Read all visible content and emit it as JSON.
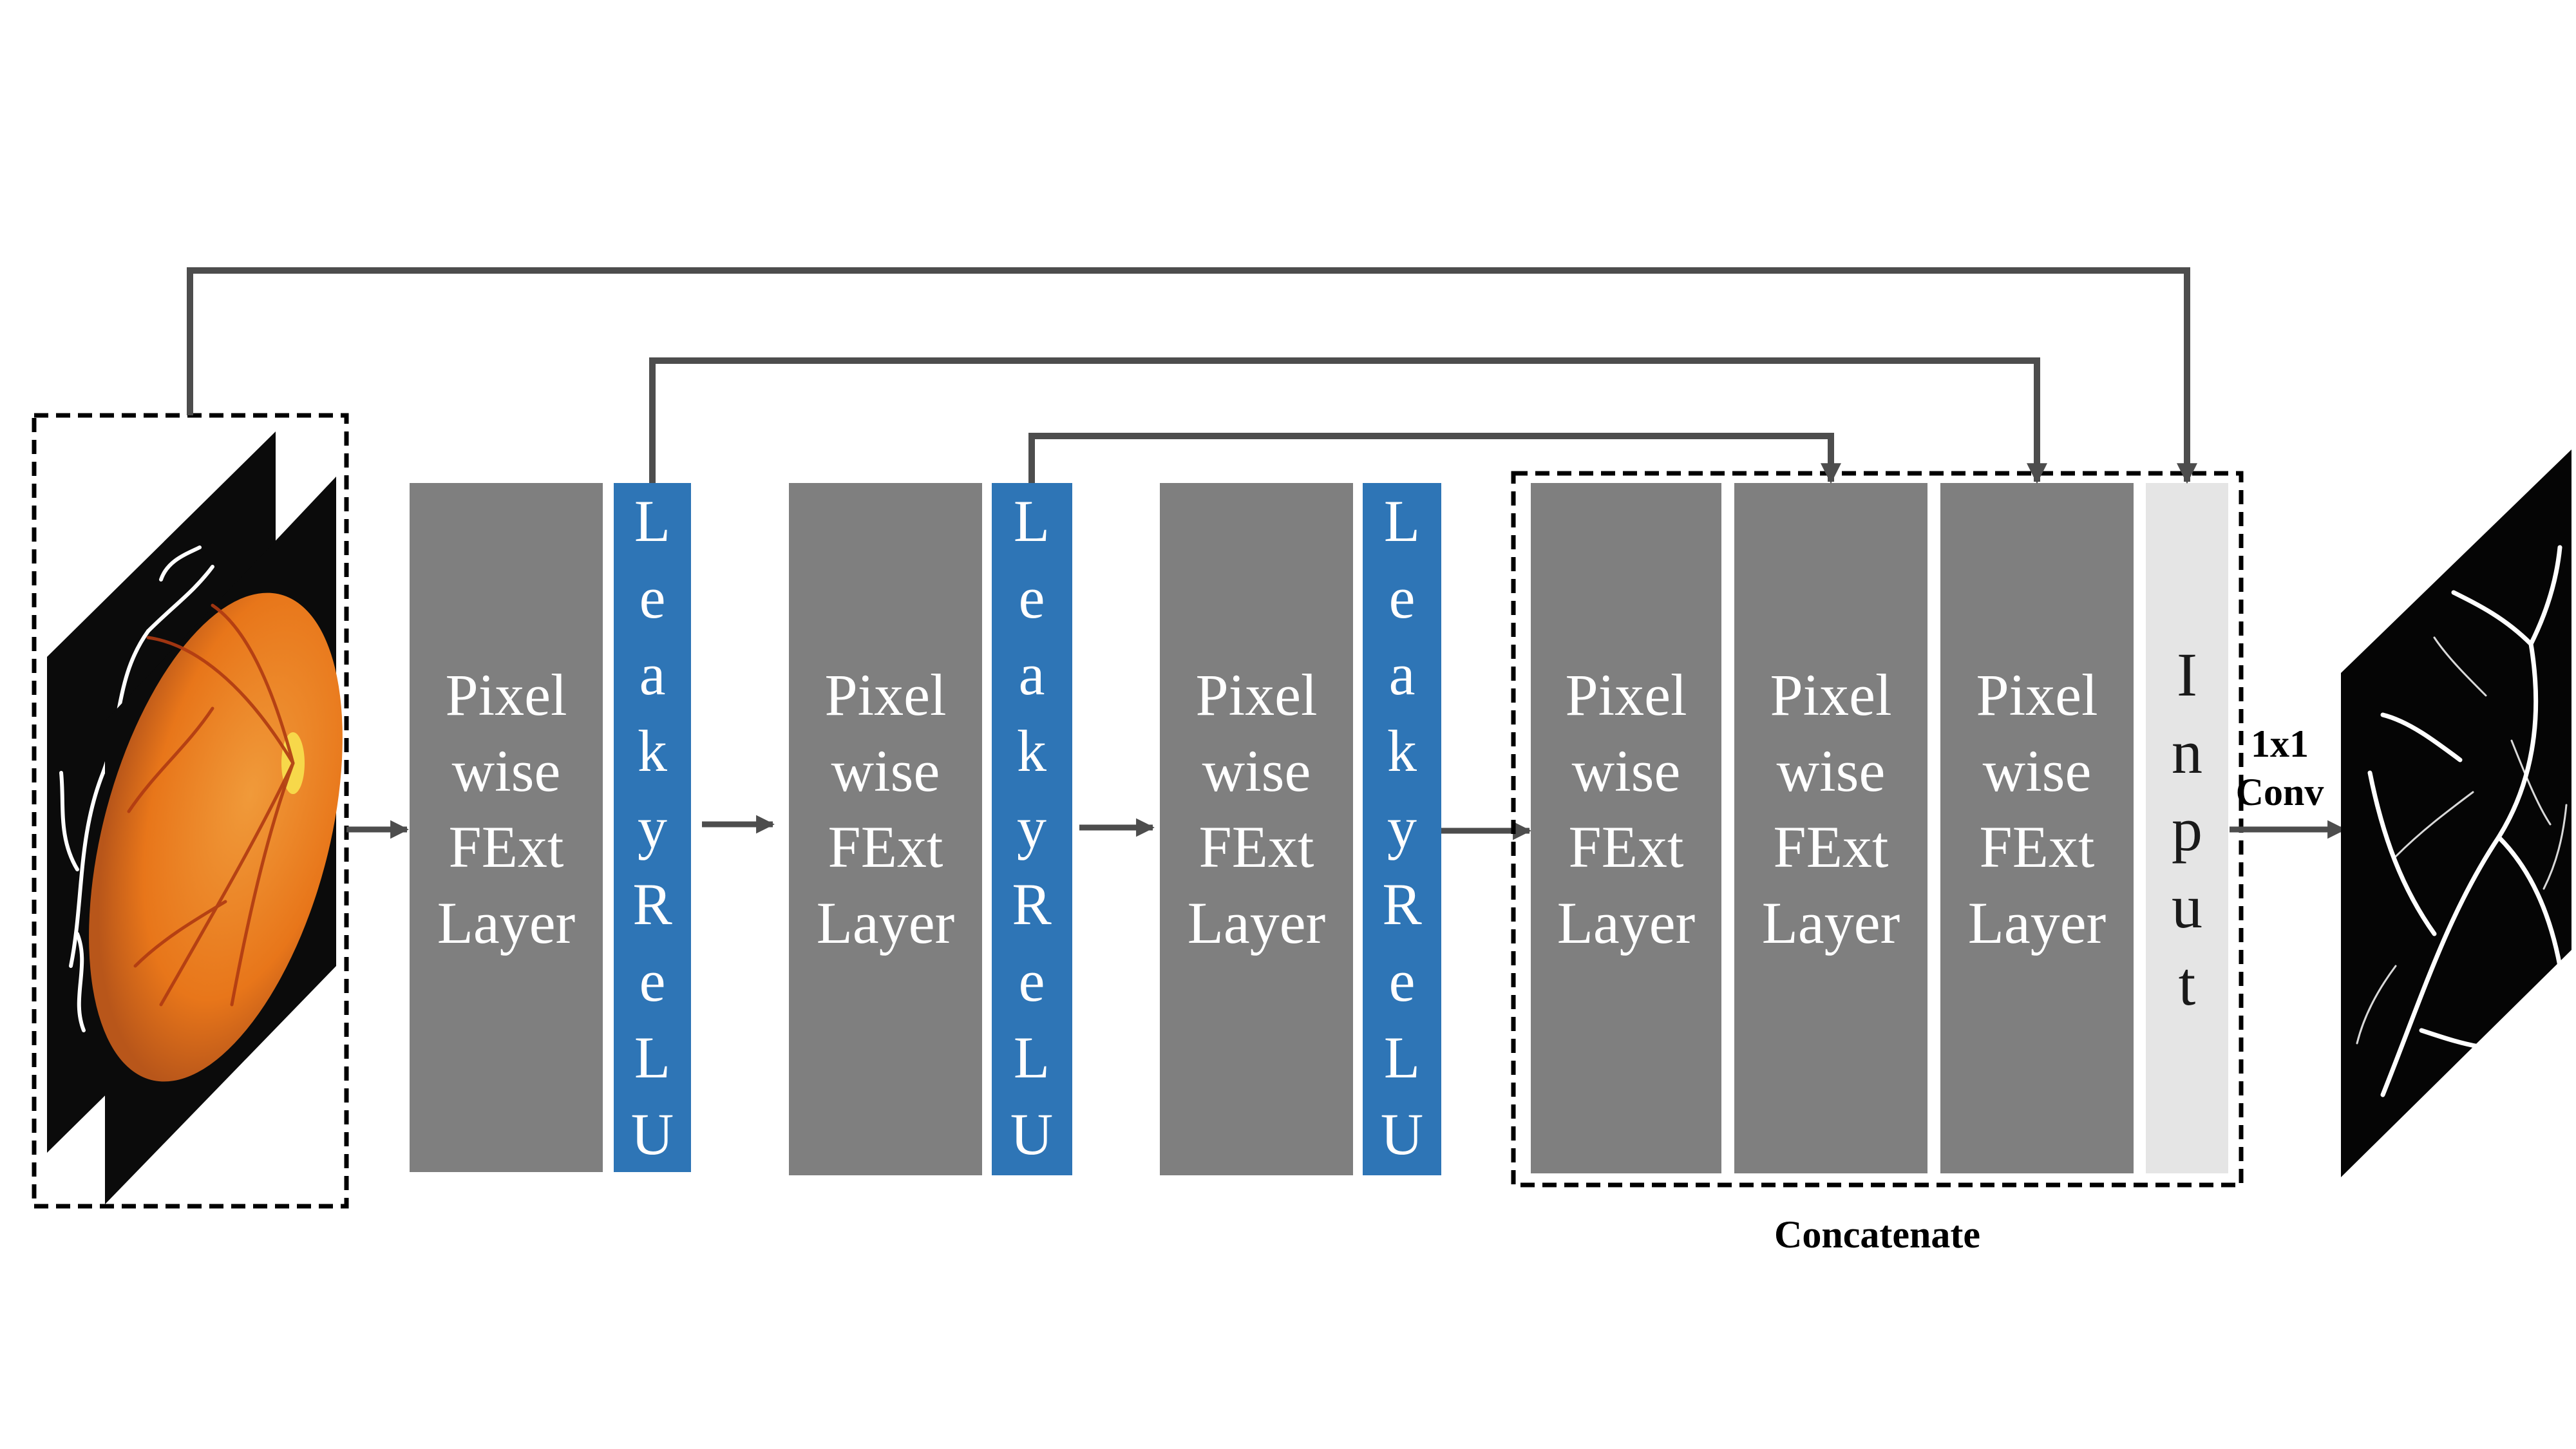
{
  "layer_label_lines": [
    "Pixel",
    "wise",
    "FExt",
    "Layer"
  ],
  "activation_label": "LeakyReLU",
  "input_label": "Input",
  "conv_label_lines": [
    "1x1",
    "Conv"
  ],
  "concat_label": "Concatenate",
  "colors": {
    "layer_block": "#7f7f7f",
    "activation_block": "#2e75b6",
    "input_block": "#e5e5e5",
    "arrow": "#4d4d4d",
    "retina": "#e8761a",
    "background": "#ffffff"
  },
  "icons": [
    "retina-fundus-image",
    "vessel-mask-image",
    "segmentation-output-image"
  ]
}
